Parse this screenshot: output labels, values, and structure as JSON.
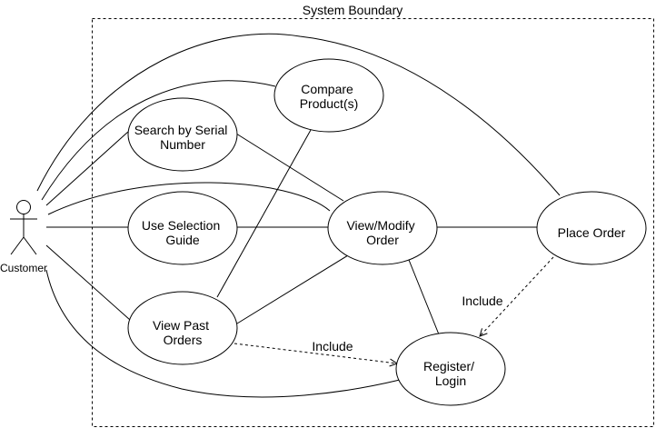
{
  "diagram": {
    "boundary_title": "System Boundary",
    "actor": {
      "id": "customer",
      "label": "Customer"
    },
    "use_cases": [
      {
        "id": "compare",
        "lines": [
          "Compare",
          "Product(s)"
        ]
      },
      {
        "id": "search",
        "lines": [
          "Search by Serial",
          "Number"
        ]
      },
      {
        "id": "selection",
        "lines": [
          "Use Selection",
          "Guide"
        ]
      },
      {
        "id": "view_modify",
        "lines": [
          "View/Modify",
          "Order"
        ]
      },
      {
        "id": "place",
        "lines": [
          "Place Order"
        ]
      },
      {
        "id": "past_orders",
        "lines": [
          "View Past",
          "Orders"
        ]
      },
      {
        "id": "register",
        "lines": [
          "Register/",
          "Login"
        ]
      }
    ],
    "associations": [
      {
        "from": "customer",
        "to": "place"
      },
      {
        "from": "customer",
        "to": "compare"
      },
      {
        "from": "customer",
        "to": "search"
      },
      {
        "from": "customer",
        "to": "view_modify"
      },
      {
        "from": "customer",
        "to": "selection"
      },
      {
        "from": "customer",
        "to": "past_orders"
      },
      {
        "from": "customer",
        "to": "register"
      },
      {
        "from": "search",
        "to": "view_modify"
      },
      {
        "from": "selection",
        "to": "view_modify"
      },
      {
        "from": "compare",
        "to": "past_orders"
      },
      {
        "from": "past_orders",
        "to": "view_modify"
      },
      {
        "from": "view_modify",
        "to": "place"
      },
      {
        "from": "view_modify",
        "to": "register"
      }
    ],
    "includes": [
      {
        "from": "place",
        "to": "register",
        "label": "Include"
      },
      {
        "from": "past_orders",
        "to": "register",
        "label": "Include"
      }
    ]
  }
}
